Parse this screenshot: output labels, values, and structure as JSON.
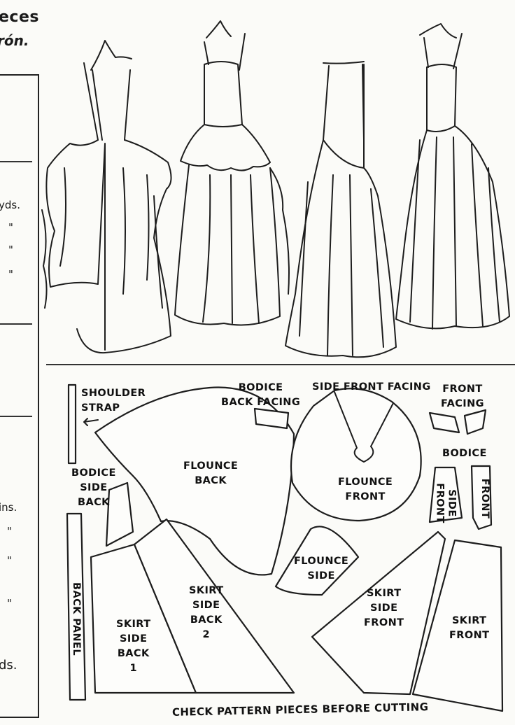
{
  "header": {
    "line1": "eces",
    "line2": "rón."
  },
  "left_table": {
    "yardage_1": "yds.",
    "dittos_1": [
      "\"",
      "\"",
      "\""
    ],
    "yardage_2": "ins.",
    "dittos_2": [
      "\"",
      "\"",
      "\""
    ],
    "yardage_3": "ds."
  },
  "pattern_pieces": {
    "shoulder_strap": "SHOULDER\nSTRAP",
    "bodice_back_facing": "BODICE\nBACK FACING",
    "side_front_facing": "SIDE FRONT FACING",
    "front_facing": "FRONT\nFACING",
    "bodice": "BODICE",
    "bodice_side_back": "BODICE\nSIDE\nBACK",
    "flounce_back": "FLOUNCE\nBACK",
    "flounce_front": "FLOUNCE\nFRONT",
    "side_front": "SIDE\nFRONT",
    "front": "FRONT",
    "flounce_side": "FLOUNCE\nSIDE",
    "back_panel": "BACK PANEL",
    "skirt_side_back_2": "SKIRT\nSIDE\nBACK\n2",
    "skirt_side_back_1": "SKIRT\nSIDE\nBACK\n1",
    "skirt_side_front": "SKIRT\nSIDE\nFRONT",
    "skirt_front": "SKIRT\nFRONT"
  },
  "footer": "CHECK PATTERN PIECES BEFORE CUTTING"
}
